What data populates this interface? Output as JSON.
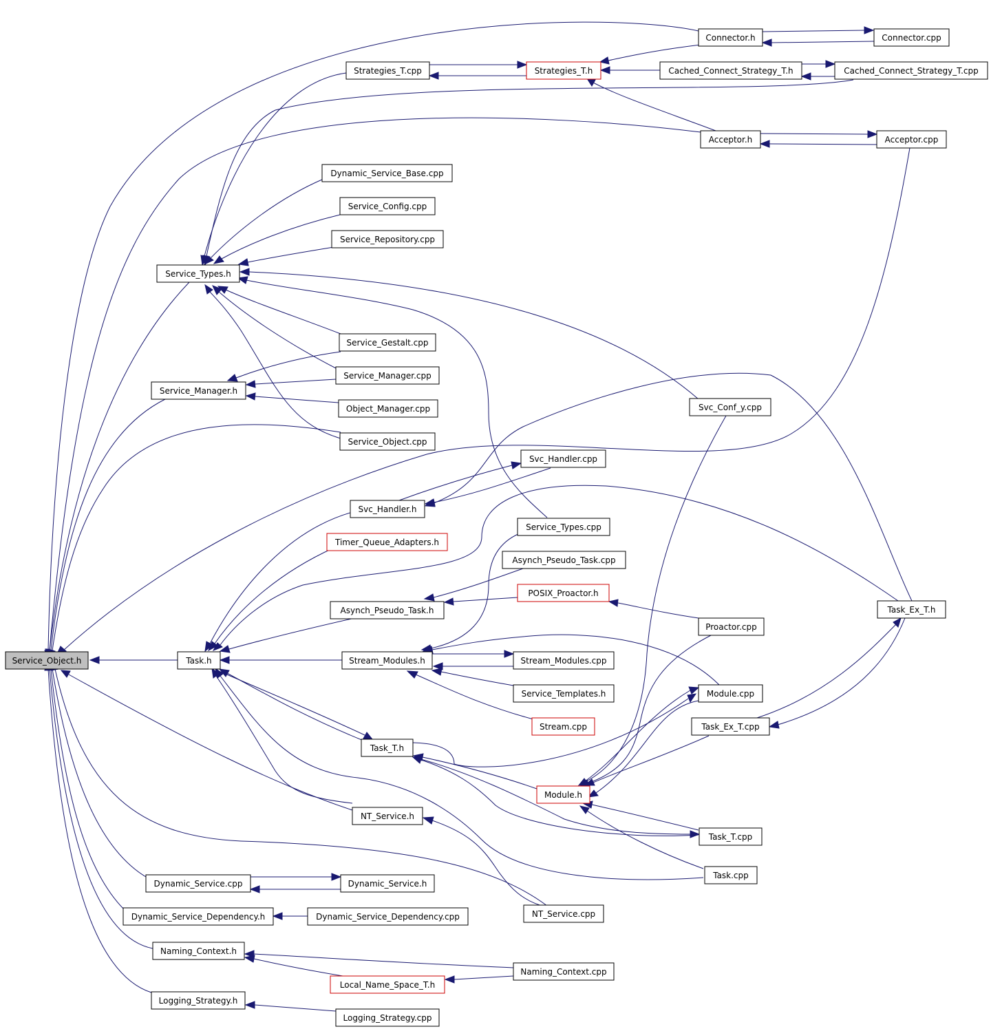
{
  "colors": {
    "edge": "#191970",
    "node_border": "#000000",
    "incomplete_border": "#cc0000",
    "root_fill": "#bfbfbf"
  },
  "nodes": {
    "connector_h": "Connector.h",
    "connector_cpp": "Connector.cpp",
    "strategies_t_cpp": "Strategies_T.cpp",
    "strategies_t_h": "Strategies_T.h",
    "cached_connect_strategy_t_h": "Cached_Connect_Strategy_T.h",
    "cached_connect_strategy_t_cpp": "Cached_Connect_Strategy_T.cpp",
    "acceptor_h": "Acceptor.h",
    "acceptor_cpp": "Acceptor.cpp",
    "dynamic_service_base_cpp": "Dynamic_Service_Base.cpp",
    "service_config_cpp": "Service_Config.cpp",
    "service_repository_cpp": "Service_Repository.cpp",
    "service_types_h": "Service_Types.h",
    "service_gestalt_cpp": "Service_Gestalt.cpp",
    "service_manager_cpp": "Service_Manager.cpp",
    "service_manager_h": "Service_Manager.h",
    "object_manager_cpp": "Object_Manager.cpp",
    "svc_conf_y_cpp": "Svc_Conf_y.cpp",
    "service_object_cpp": "Service_Object.cpp",
    "svc_handler_cpp": "Svc_Handler.cpp",
    "svc_handler_h": "Svc_Handler.h",
    "service_types_cpp": "Service_Types.cpp",
    "timer_queue_adapters_h": "Timer_Queue_Adapters.h",
    "asynch_pseudo_task_cpp": "Asynch_Pseudo_Task.cpp",
    "posix_proactor_h": "POSIX_Proactor.h",
    "asynch_pseudo_task_h": "Asynch_Pseudo_Task.h",
    "task_ex_t_h": "Task_Ex_T.h",
    "proactor_cpp": "Proactor.cpp",
    "service_object_h": "Service_Object.h",
    "task_h": "Task.h",
    "stream_modules_h": "Stream_Modules.h",
    "stream_modules_cpp": "Stream_Modules.cpp",
    "service_templates_h": "Service_Templates.h",
    "module_cpp": "Module.cpp",
    "stream_cpp": "Stream.cpp",
    "task_ex_t_cpp": "Task_Ex_T.cpp",
    "task_t_h": "Task_T.h",
    "module_h": "Module.h",
    "nt_service_h": "NT_Service.h",
    "task_t_cpp": "Task_T.cpp",
    "task_cpp": "Task.cpp",
    "dynamic_service_cpp": "Dynamic_Service.cpp",
    "dynamic_service_h": "Dynamic_Service.h",
    "dynamic_service_dependency_h": "Dynamic_Service_Dependency.h",
    "dynamic_service_dependency_cpp": "Dynamic_Service_Dependency.cpp",
    "nt_service_cpp": "NT_Service.cpp",
    "naming_context_h": "Naming_Context.h",
    "naming_context_cpp": "Naming_Context.cpp",
    "local_name_space_t_h": "Local_Name_Space_T.h",
    "logging_strategy_h": "Logging_Strategy.h",
    "logging_strategy_cpp": "Logging_Strategy.cpp"
  }
}
